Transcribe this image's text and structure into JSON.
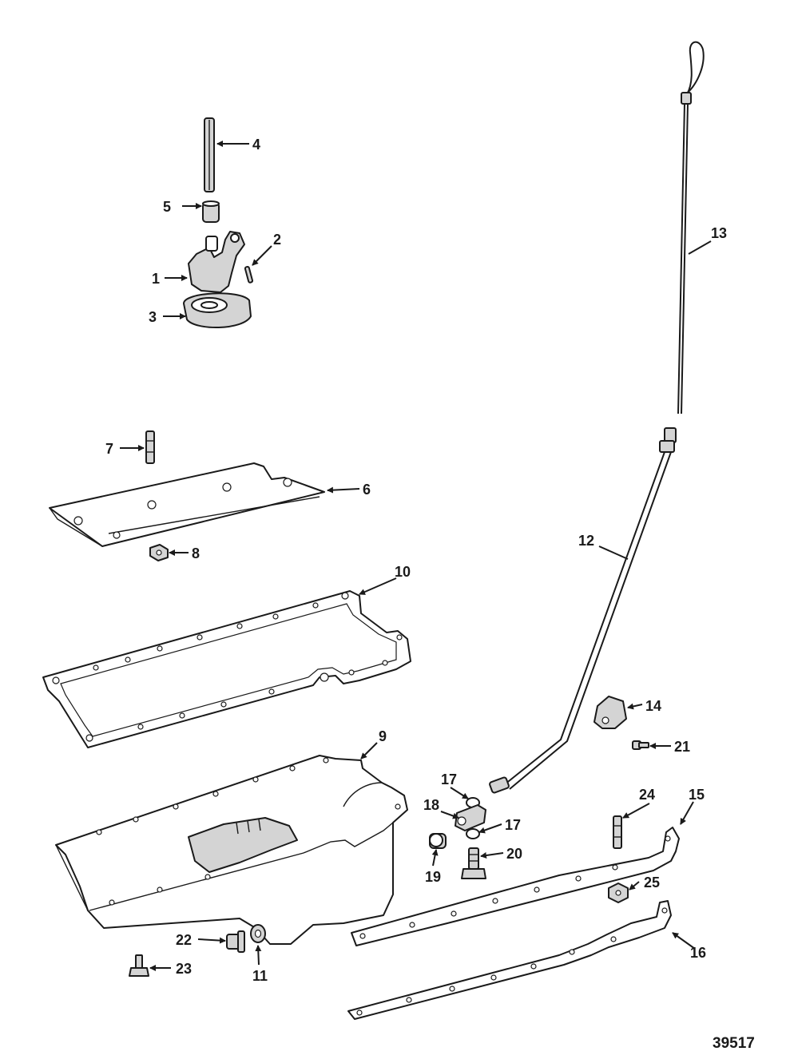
{
  "diagram": {
    "figure_number": "39517",
    "callouts": [
      "1",
      "2",
      "3",
      "4",
      "5",
      "6",
      "7",
      "8",
      "9",
      "10",
      "11",
      "12",
      "13",
      "14",
      "15",
      "16",
      "17",
      "17",
      "18",
      "19",
      "20",
      "21",
      "22",
      "23",
      "24",
      "25"
    ]
  },
  "colors": {
    "ink": "#1a1a1a",
    "background": "#ffffff",
    "shade": "#d4d4d4"
  }
}
